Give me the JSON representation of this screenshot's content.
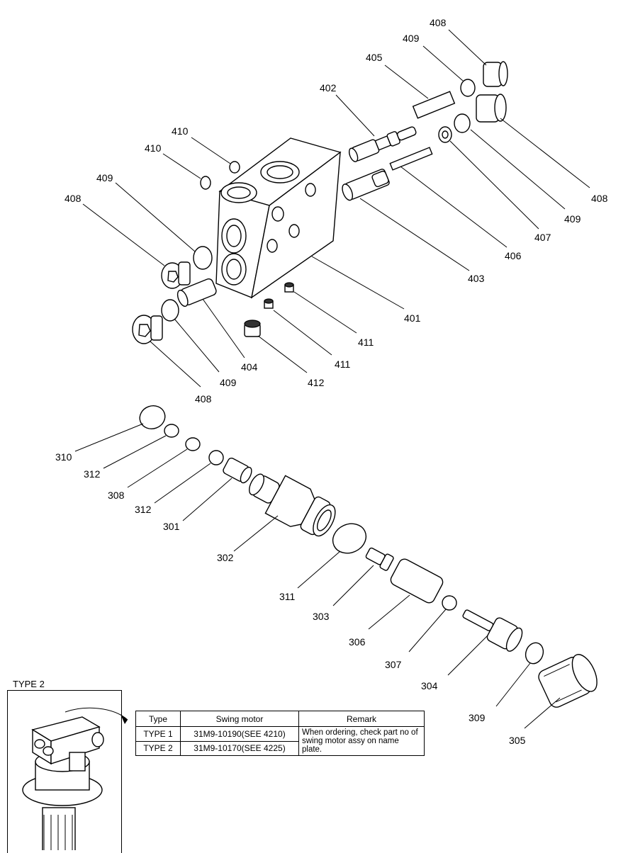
{
  "part_labels": {
    "p408a": "408",
    "p409a": "409",
    "p405": "405",
    "p402": "402",
    "p410a": "410",
    "p410b": "410",
    "p409b": "409",
    "p408b": "408",
    "p408c": "408",
    "p409c": "409",
    "p407": "407",
    "p406": "406",
    "p403": "403",
    "p401": "401",
    "p411a": "411",
    "p411b": "411",
    "p404": "404",
    "p409d": "409",
    "p412": "412",
    "p408d": "408",
    "p310": "310",
    "p312a": "312",
    "p308": "308",
    "p312b": "312",
    "p301": "301",
    "p302": "302",
    "p311": "311",
    "p303": "303",
    "p306": "306",
    "p307": "307",
    "p304": "304",
    "p309": "309",
    "p305": "305"
  },
  "inset": {
    "label": "TYPE 2"
  },
  "table": {
    "headers": [
      "Type",
      "Swing motor",
      "Remark"
    ],
    "rows": [
      {
        "type": "TYPE 1",
        "motor": "31M9-10190(SEE 4210)"
      },
      {
        "type": "TYPE 2",
        "motor": "31M9-10170(SEE 4225)"
      }
    ],
    "remark": "When ordering, check part no of swing motor assy on name plate."
  }
}
